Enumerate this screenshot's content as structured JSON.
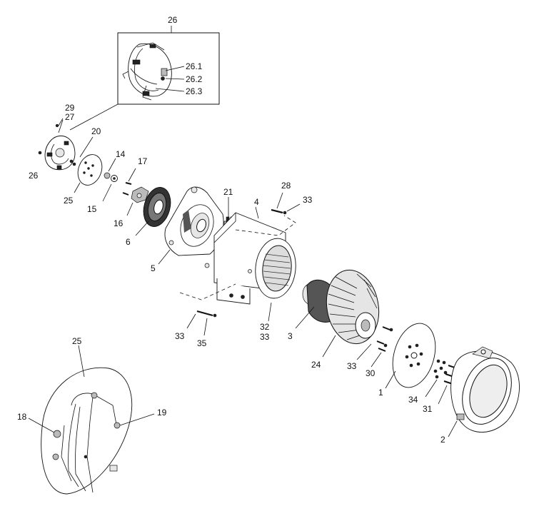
{
  "labels": {
    "l26_top": "26",
    "l26_1": "26.1",
    "l26_2": "26.2",
    "l26_3": "26.3",
    "l29": "29",
    "l27": "27",
    "l20": "20",
    "l26_left": "26",
    "l14": "14",
    "l25_top": "25",
    "l15": "15",
    "l17": "17",
    "l16": "16",
    "l6": "6",
    "l21": "21",
    "l4": "4",
    "l28": "28",
    "l33_top": "33",
    "l5": "5",
    "l33_left": "33",
    "l35": "35",
    "l32": "32",
    "l33_mid": "33",
    "l3": "3",
    "l24": "24",
    "l33_low": "33",
    "l30": "30",
    "l1": "1",
    "l34": "34",
    "l31": "31",
    "l2": "2",
    "l25_bottom": "25",
    "l18": "18",
    "l19": "19"
  }
}
